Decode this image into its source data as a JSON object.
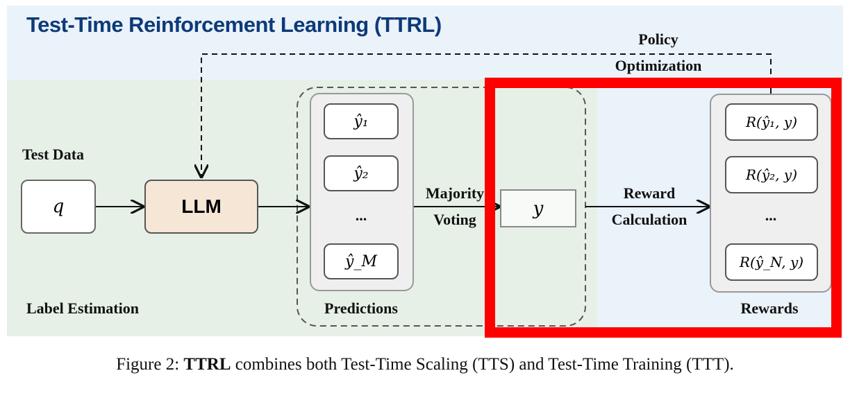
{
  "title": "Test-Time Reinforcement Learning (TTRL)",
  "labels": {
    "test_data": "Test Data",
    "label_estimation": "Label Estimation",
    "predictions": "Predictions",
    "rewards": "Rewards",
    "majority": "Majority",
    "voting": "Voting",
    "reward": "Reward",
    "calculation": "Calculation",
    "policy": "Policy",
    "optimization": "Optimization"
  },
  "nodes": {
    "q": "q",
    "llm": "LLM",
    "y": "y"
  },
  "predictions": [
    "ŷ₁",
    "ŷ₂",
    "...",
    "ŷ_M"
  ],
  "rewards": [
    "R(ŷ₁, y)",
    "R(ŷ₂, y)",
    "...",
    "R(ŷ_N, y)"
  ],
  "caption": {
    "prefix": "Figure 2: ",
    "bold": "TTRL",
    "rest": " combines both Test-Time Scaling (TTS) and Test-Time Training (TTT)."
  },
  "colors": {
    "title": "#0d3a78",
    "top_bg": "#eaf2fa",
    "green_bg": "#e6f0e7",
    "llm_fill": "#f6e6d6",
    "highlight": "#ff0000"
  }
}
